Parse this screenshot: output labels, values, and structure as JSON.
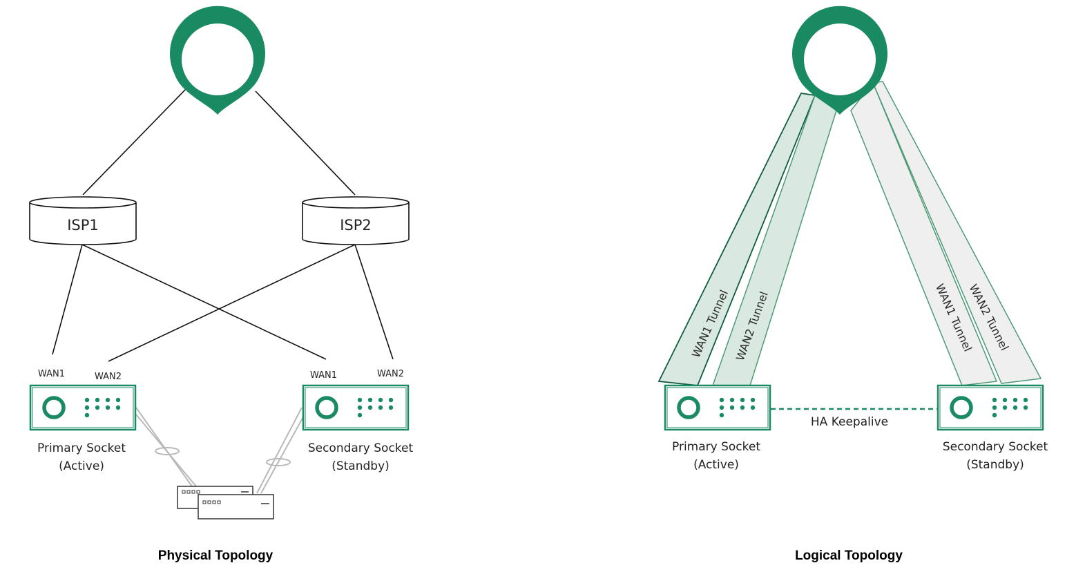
{
  "colors": {
    "brand_green": "#1a8a63",
    "tunnel_active_fill": "#d9e8e0",
    "tunnel_standby_fill": "#efefef",
    "line": "#111111",
    "cable": "#b8b8b8"
  },
  "physical": {
    "isp1": "ISP1",
    "isp2": "ISP2",
    "primary_wan1": "WAN1",
    "primary_wan2": "WAN2",
    "secondary_wan1": "WAN1",
    "secondary_wan2": "WAN2",
    "primary_name": "Primary Socket",
    "primary_state": "(Active)",
    "secondary_name": "Secondary Socket",
    "secondary_state": "(Standby)",
    "caption": "Physical Topology"
  },
  "logical": {
    "primary_tunnel1": "WAN1 Tunnel",
    "primary_tunnel2": "WAN2 Tunnel",
    "secondary_tunnel1": "WAN1 Tunnel",
    "secondary_tunnel2": "WAN2 Tunnel",
    "keepalive": "HA Keepalive",
    "primary_name": "Primary Socket",
    "primary_state": "(Active)",
    "secondary_name": "Secondary Socket",
    "secondary_state": "(Standby)",
    "caption": "Logical Topology"
  }
}
